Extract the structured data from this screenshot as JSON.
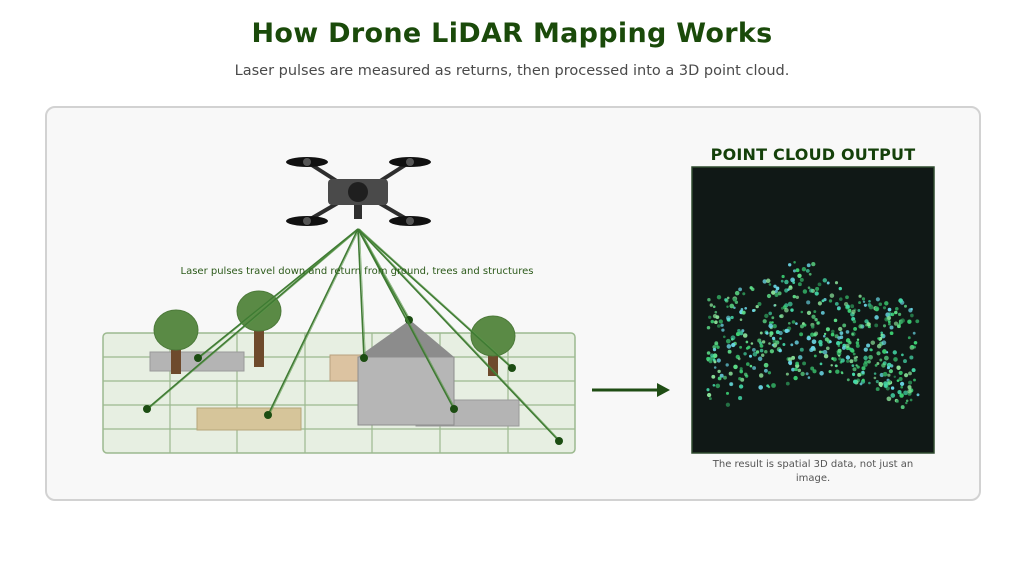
{
  "header": {
    "title": "How Drone LiDAR Mapping Works",
    "subtitle": "Laser pulses are measured as returns, then processed into a 3D point cloud."
  },
  "scene": {
    "pulse_caption": "Laser pulses travel down and return from ground, trees and structures",
    "pulse_count": 8
  },
  "point_cloud": {
    "title": "POINT CLOUD OUTPUT",
    "caption": "The result is spatial 3D data, not just an image.",
    "colors": [
      "#5fe08a",
      "#44d9a8",
      "#6ad7e6",
      "#2f9e5c",
      "#8be39a",
      "#3ccf73"
    ]
  },
  "colors": {
    "title": "#1a4a0a",
    "accent": "#2e6b22",
    "panel_bg": "#f8f8f8",
    "cloud_bg": "#101816"
  }
}
